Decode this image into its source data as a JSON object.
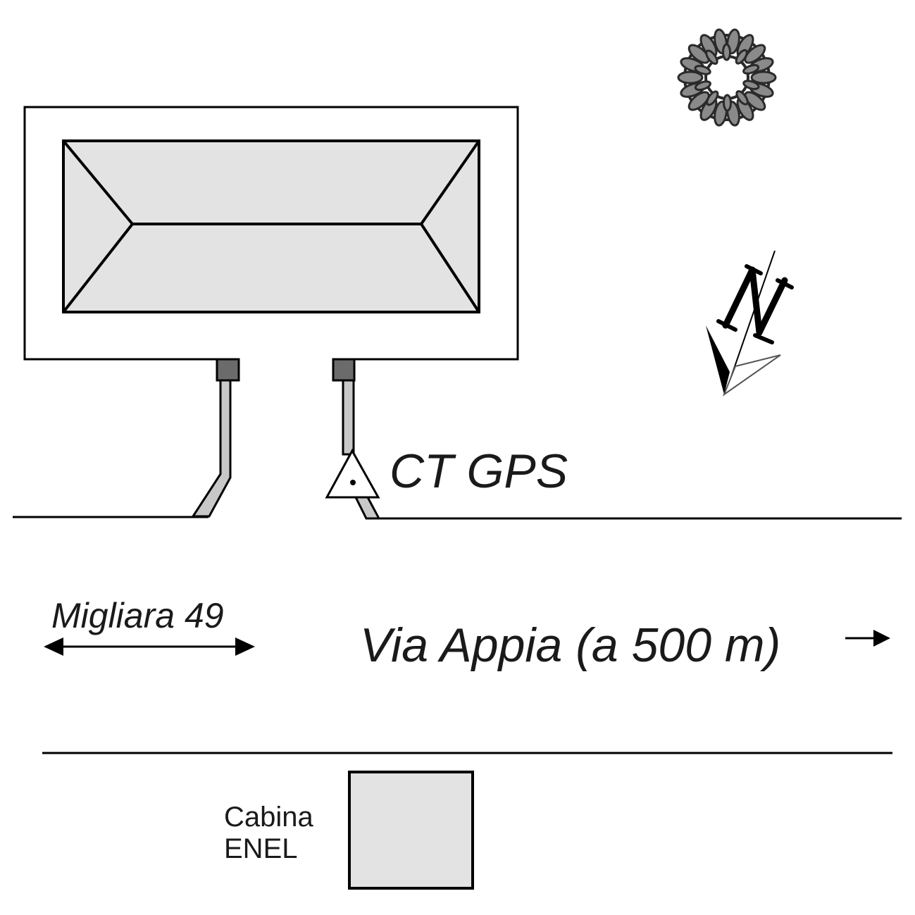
{
  "labels": {
    "gps_point": "CT GPS",
    "road_name": "Migliara 49",
    "destination": "Via Appia (a 500 m)",
    "cabin_line1": "Cabina",
    "cabin_line2": "ENEL"
  },
  "icons": {
    "compass": "north-arrow-icon",
    "tree": "tree-icon",
    "gps": "survey-point-triangle-icon",
    "direction": "right-arrow-icon",
    "extent": "double-arrow-icon"
  },
  "colors": {
    "line": "#000000",
    "roof_fill": "#e3e3e3",
    "cabin_fill": "#e3e3e3",
    "post_fill": "#6b6b6b",
    "driveway_fill": "#c8c8c8",
    "tree_fill": "#8a8a8a",
    "text": "#1a1a1a"
  }
}
